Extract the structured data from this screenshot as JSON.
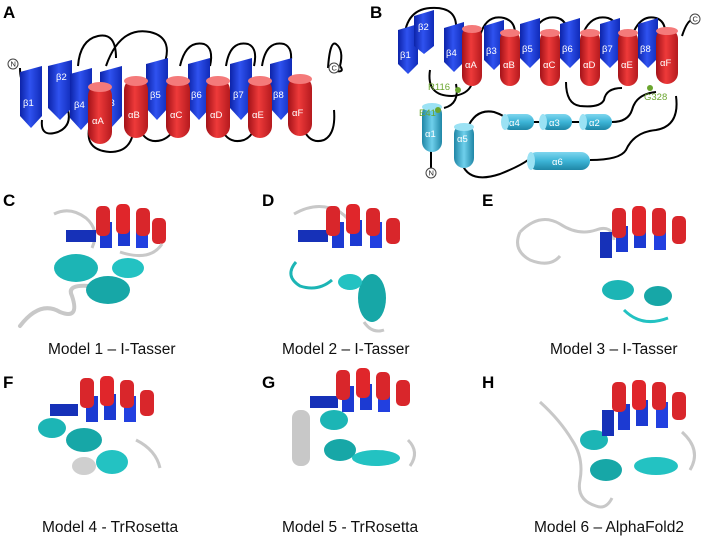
{
  "panels": {
    "A": {
      "label": "A"
    },
    "B": {
      "label": "B"
    },
    "C": {
      "label": "C",
      "caption": "Model 1 – I-Tasser"
    },
    "D": {
      "label": "D",
      "caption": "Model 2 – I-Tasser"
    },
    "E": {
      "label": "E",
      "caption": "Model 3 – I-Tasser"
    },
    "F": {
      "label": "F",
      "caption": "Model 4 - TrRosetta"
    },
    "G": {
      "label": "G",
      "caption": "Model 5 - TrRosetta"
    },
    "H": {
      "label": "H",
      "caption": "Model 6 – AlphaFold2"
    }
  },
  "topology_a": {
    "n_term": "N",
    "c_term": "C",
    "strands": [
      "β1",
      "β2",
      "β4",
      "β3",
      "β5",
      "β6",
      "β7",
      "β8"
    ],
    "helices": [
      "αA",
      "αB",
      "αC",
      "αD",
      "αE",
      "αF"
    ]
  },
  "topology_b": {
    "n_term": "N",
    "c_term": "C",
    "strands": [
      "β1",
      "β2",
      "β4",
      "β3",
      "β5",
      "β6",
      "β7",
      "β8"
    ],
    "helices_red": [
      "αA",
      "αB",
      "αC",
      "αD",
      "αE",
      "αF"
    ],
    "helices_cyan": [
      "α1",
      "α5",
      "α4",
      "α3",
      "α2",
      "α6"
    ],
    "sites": [
      "R116",
      "E41",
      "G328"
    ]
  },
  "colors": {
    "strand": "#1e3fd8",
    "helix_red": "#d9262b",
    "helix_cyan": "#3cb4d6",
    "site_green": "#6aa52e"
  }
}
